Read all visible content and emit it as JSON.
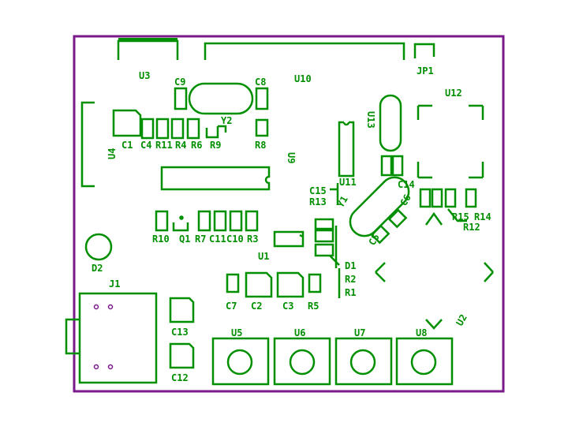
{
  "colors": {
    "trace": "#008f00",
    "outline": "#7a1a8a",
    "background": "#ffffff"
  },
  "labels": {
    "u3": "U3",
    "c9": "C9",
    "c8": "C8",
    "u10": "U10",
    "jp1": "JP1",
    "u12": "U12",
    "y2": "Y2",
    "c1": "C1",
    "c4": "C4",
    "r11": "R11",
    "r4": "R4",
    "r6": "R6",
    "r9": "R9",
    "r8": "R8",
    "u13": "U13",
    "u9": "U9",
    "u4": "U4",
    "u11": "U11",
    "c14": "C14",
    "c15": "C15",
    "r13": "R13",
    "y1": "Y1",
    "c6": "C6",
    "c5": "C5",
    "r15": "R15",
    "r14": "R14",
    "r12": "R12",
    "r10": "R10",
    "q1": "Q1",
    "r7": "R7",
    "c11": "C11",
    "c10": "C10",
    "r3": "R3",
    "u1": "U1",
    "d1": "D1",
    "r2": "R2",
    "r1": "R1",
    "d2": "D2",
    "j1": "J1",
    "c7": "C7",
    "c2": "C2",
    "c3": "C3",
    "r5": "R5",
    "c13": "C13",
    "c12": "C12",
    "u5": "U5",
    "u6": "U6",
    "u7": "U7",
    "u8": "U8",
    "u2": "U2"
  }
}
